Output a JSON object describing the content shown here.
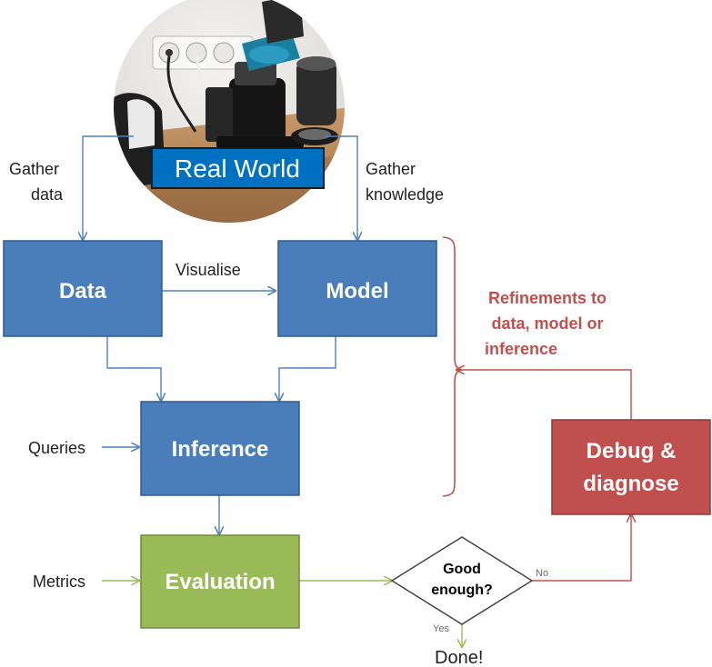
{
  "colors": {
    "blue_box": "#4a7ebb",
    "blue_border": "#2e5a8f",
    "green_box": "#9bbb59",
    "green_border": "#71893f",
    "red_box": "#c0504d",
    "red_border": "#8c3836",
    "arrow_blue": "#4f81bd",
    "arrow_green": "#9bbb59",
    "arrow_red": "#c0504d",
    "refinement_text": "#c0504d",
    "real_world_label_bg": "#0070c0"
  },
  "photo": {
    "caption": "Real World"
  },
  "nodes": {
    "data": "Data",
    "model": "Model",
    "inference": "Inference",
    "evaluation": "Evaluation",
    "debug_line1": "Debug &",
    "debug_line2": "diagnose",
    "decision_line1": "Good",
    "decision_line2": "enough?"
  },
  "edge_labels": {
    "gather_data_1": "Gather",
    "gather_data_2": "data",
    "gather_knowledge_1": "Gather",
    "gather_knowledge_2": "knowledge",
    "visualise": "Visualise",
    "queries": "Queries",
    "metrics": "Metrics",
    "no": "No",
    "yes": "Yes",
    "done": "Done!"
  },
  "refinements": {
    "line1": "Refinements to",
    "line2": "data, model or",
    "line3": "inference"
  }
}
